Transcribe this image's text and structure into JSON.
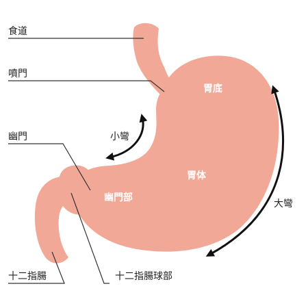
{
  "colors": {
    "organ_fill": "#F2A897",
    "inner_text": "#FFFFFF",
    "outer_text": "#222222",
    "line": "#333333",
    "arrow": "#111111"
  },
  "labels": {
    "esophagus": "食道",
    "cardia": "噴門",
    "pylorus": "幽門",
    "duodenum": "十二指腸",
    "duodenal_bulb": "十二指腸球部",
    "fundus": "胃底",
    "body": "胃体",
    "pyloric_part": "幽門部",
    "lesser_curvature": "小彎",
    "greater_curvature": "大彎"
  }
}
